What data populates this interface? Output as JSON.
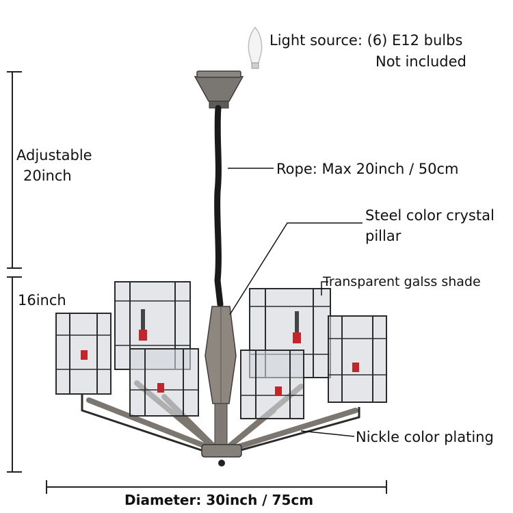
{
  "labels": {
    "light_source_line1": "Light source: (6) E12 bulbs",
    "light_source_line2": "Not included",
    "adjustable_line1": "Adjustable",
    "adjustable_line2": "20inch",
    "rope": "Rope: Max 20inch / 50cm",
    "pillar_line1": "Steel color crystal",
    "pillar_line2": "pillar",
    "shade": "Transparent galss shade",
    "height": "16inch",
    "plating": "Nickle color plating",
    "diameter": "Diameter: 30inch / 75cm"
  },
  "colors": {
    "background": "#ffffff",
    "text": "#111111",
    "metal": "#6f6a66",
    "rope": "#1a1a1a",
    "glass": "#c9ccd3",
    "frame": "#2a2a2a",
    "accent_red": "#c0262c"
  }
}
